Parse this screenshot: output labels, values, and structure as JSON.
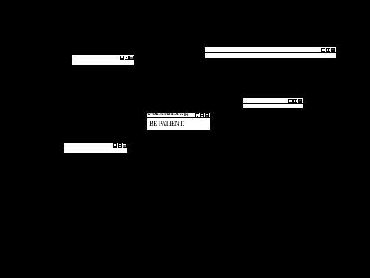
{
  "colors": {
    "desktop_background": "#000000",
    "window_background": "#ffffff",
    "window_text": "#000000"
  },
  "windows": [
    {
      "id": "window-top-left",
      "title": "",
      "message": "",
      "controls": [
        "minimize-icon",
        "maximize-icon",
        "close-icon"
      ]
    },
    {
      "id": "window-top-right",
      "title": "",
      "message": "",
      "controls": [
        "minimize-icon",
        "maximize-icon",
        "close-icon"
      ]
    },
    {
      "id": "window-middle-right",
      "title": "",
      "message": "",
      "controls": [
        "minimize-icon",
        "maximize-icon",
        "close-icon"
      ]
    },
    {
      "id": "window-center",
      "title": "WORK-IN-PROGRESS.jpg",
      "message": "BE PATIENT.",
      "controls": [
        "minimize-icon",
        "maximize-icon",
        "close-icon"
      ]
    },
    {
      "id": "window-bottom-left",
      "title": "",
      "message": "",
      "controls": [
        "minimize-icon",
        "maximize-icon",
        "close-icon"
      ]
    }
  ]
}
